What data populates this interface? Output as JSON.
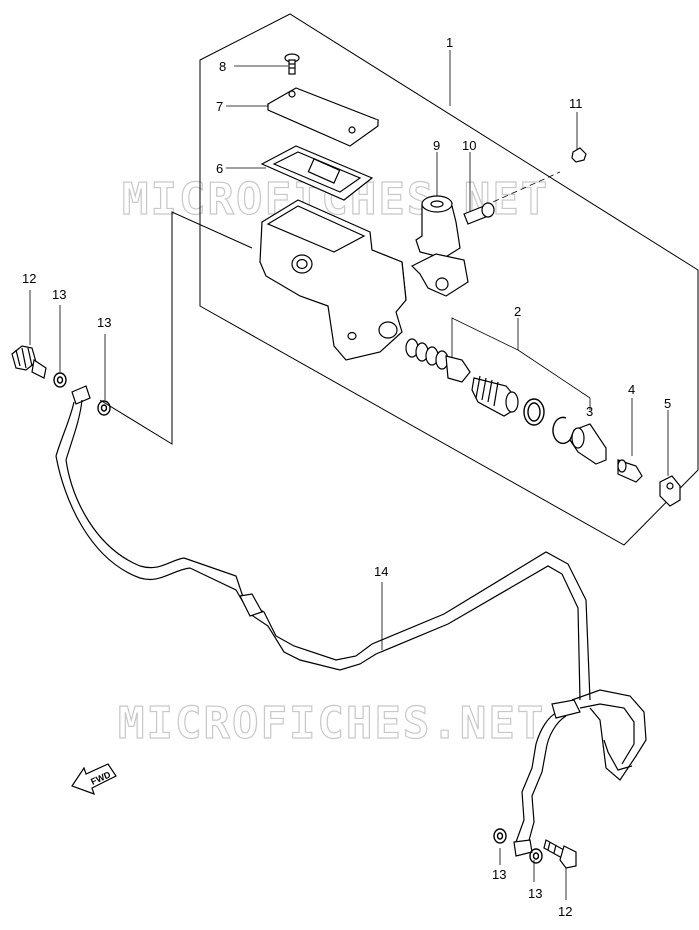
{
  "watermark": {
    "text": "MICROFICHES.NET"
  },
  "fwd_label": "FWD",
  "callouts": [
    {
      "id": "c1",
      "text": "1"
    },
    {
      "id": "c2",
      "text": "2"
    },
    {
      "id": "c3",
      "text": "3"
    },
    {
      "id": "c4",
      "text": "4"
    },
    {
      "id": "c5",
      "text": "5"
    },
    {
      "id": "c6",
      "text": "6"
    },
    {
      "id": "c7",
      "text": "7"
    },
    {
      "id": "c8",
      "text": "8"
    },
    {
      "id": "c9",
      "text": "9"
    },
    {
      "id": "c10",
      "text": "10"
    },
    {
      "id": "c11",
      "text": "11"
    },
    {
      "id": "c12a",
      "text": "12"
    },
    {
      "id": "c13a",
      "text": "13"
    },
    {
      "id": "c13b",
      "text": "13"
    },
    {
      "id": "c14",
      "text": "14"
    },
    {
      "id": "c13c",
      "text": "13"
    },
    {
      "id": "c13d",
      "text": "13"
    },
    {
      "id": "c12b",
      "text": "12"
    }
  ]
}
